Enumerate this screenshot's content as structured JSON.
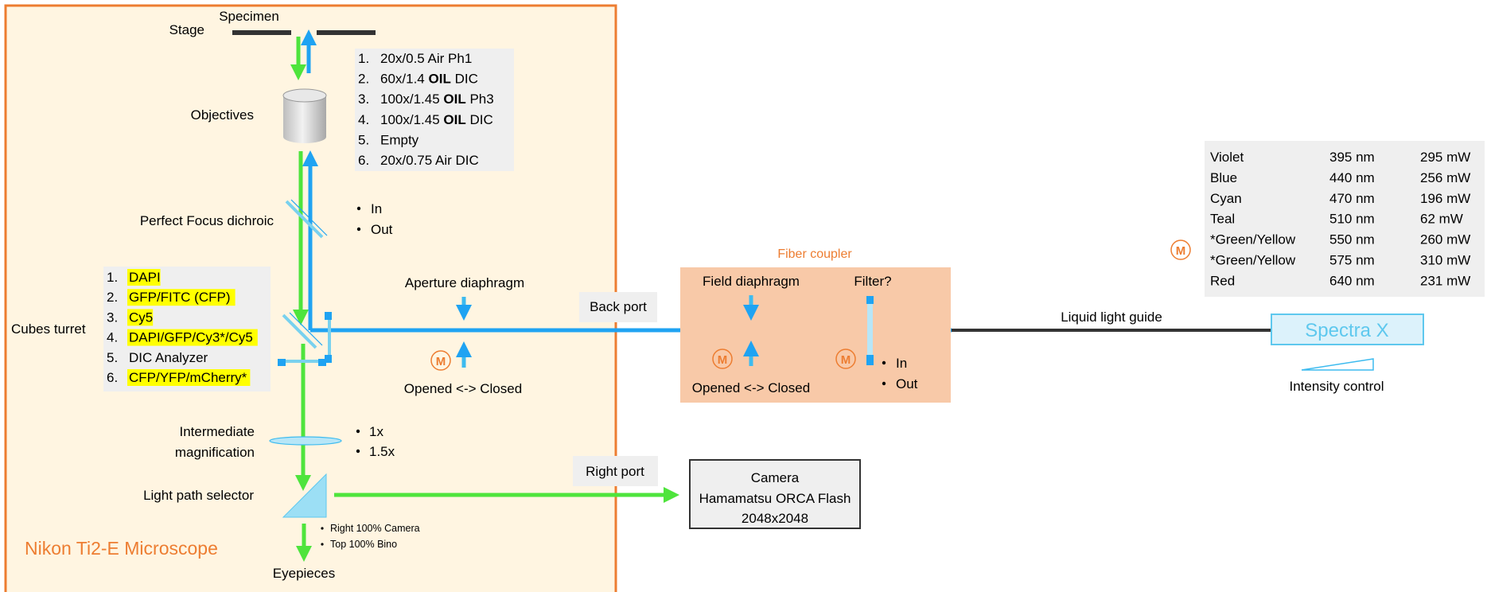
{
  "colors": {
    "microscope_bg": "#FFF5E1",
    "microscope_border": "#ED7D31",
    "accent_orange": "#ED7D31",
    "green_path": "#4EE43C",
    "blue_path": "#1FA3F2",
    "light_blue": "#79D1EE",
    "coupler_bg": "#F8C9A8",
    "highlight": "#FFFF00",
    "panel_gray": "#EFEFEF"
  },
  "microscope": {
    "title": "Nikon Ti2-E Microscope",
    "specimen": "Specimen",
    "stage": "Stage",
    "objectives_label": "Objectives",
    "objectives": [
      {
        "num": "1.",
        "pre": "20x/0.5 Air Ph1",
        "bold": "",
        "post": ""
      },
      {
        "num": "2.",
        "pre": "60x/1.4 ",
        "bold": "OIL",
        "post": " DIC"
      },
      {
        "num": "3.",
        "pre": "100x/1.45 ",
        "bold": "OIL",
        "post": " Ph3"
      },
      {
        "num": "4.",
        "pre": "100x/1.45 ",
        "bold": "OIL",
        "post": " DIC"
      },
      {
        "num": "5.",
        "pre": "Empty",
        "bold": "",
        "post": ""
      },
      {
        "num": "6.",
        "pre": "20x/0.75 Air DIC",
        "bold": "",
        "post": ""
      }
    ],
    "pfs_label": "Perfect Focus dichroic",
    "pfs_options": [
      "In",
      "Out"
    ],
    "cubes_label": "Cubes turret",
    "cubes": [
      {
        "num": "1.",
        "text": "DAPI",
        "highlight": true
      },
      {
        "num": "2.",
        "text": "GFP/FITC (CFP)",
        "highlight": true
      },
      {
        "num": "3.",
        "text": "Cy5",
        "highlight": true
      },
      {
        "num": "4.",
        "text": "DAPI/GFP/Cy3*/Cy5",
        "highlight": true
      },
      {
        "num": "5.",
        "text": "DIC Analyzer",
        "highlight": false
      },
      {
        "num": "6.",
        "text": "CFP/YFP/mCherry*",
        "highlight": true
      }
    ],
    "aperture_label": "Aperture diaphragm",
    "aperture_state": "Opened <-> Closed",
    "motor_badge": "M",
    "back_port": "Back port",
    "intermediate_label_1": "Intermediate",
    "intermediate_label_2": "magnification",
    "intermediate_options": [
      "1x",
      "1.5x"
    ],
    "light_path_label": "Light path selector",
    "light_path_options": [
      "Right 100% Camera",
      "Top 100% Bino"
    ],
    "eyepieces": "Eyepieces",
    "right_port": "Right port"
  },
  "camera": {
    "title": "Camera",
    "model": "Hamamatsu ORCA Flash",
    "resolution": "2048x2048"
  },
  "fiber_coupler": {
    "title": "Fiber coupler",
    "field_label": "Field diaphragm",
    "field_state": "Opened <-> Closed",
    "filter_label": "Filter?",
    "filter_options": [
      "In",
      "Out"
    ]
  },
  "light_guide": "Liquid light guide",
  "light_source": {
    "name": "Spectra X",
    "intensity": "Intensity control",
    "channels": [
      {
        "name": "Violet",
        "wavelength": "395 nm",
        "power": "295 mW"
      },
      {
        "name": "Blue",
        "wavelength": "440 nm",
        "power": "256 mW"
      },
      {
        "name": "Cyan",
        "wavelength": "470 nm",
        "power": "196 mW"
      },
      {
        "name": "Teal",
        "wavelength": "510 nm",
        "power": "62 mW"
      },
      {
        "name": "*Green/Yellow",
        "wavelength": "550 nm",
        "power": "260 mW"
      },
      {
        "name": "*Green/Yellow",
        "wavelength": "575 nm",
        "power": "310 mW"
      },
      {
        "name": "Red",
        "wavelength": "640 nm",
        "power": "231 mW"
      }
    ]
  }
}
